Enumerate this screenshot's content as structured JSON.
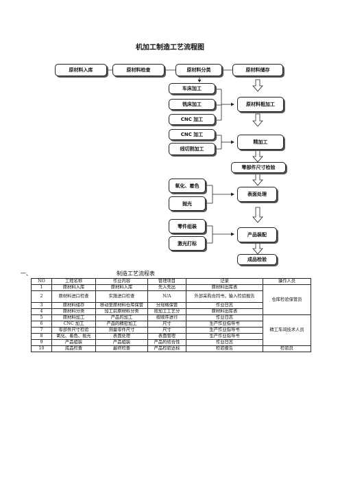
{
  "title": "机加工制造工艺流程图",
  "flow": {
    "top_row": [
      "原材料入库",
      "原材料检查",
      "原材料分类",
      "原材料储存"
    ],
    "machines_a": [
      "车床加工",
      "铣床加工",
      "CNC 加工"
    ],
    "rough": "原材料粗加工",
    "machines_b": [
      "CNC 加工",
      "线切割加工"
    ],
    "finish": "精加工",
    "inspect": "零部件尺寸检验",
    "surface_inputs": [
      "氧化、着色",
      "抛光"
    ],
    "surface": "表面处理",
    "assembly_inputs": [
      "零件组装",
      "激光打标"
    ],
    "assembly": "产品装配",
    "final": "成品检验"
  },
  "table": {
    "section_mark": "一、",
    "caption": "制造工艺流程表",
    "headers": [
      "NO",
      "工程名称",
      "作业内容",
      "管理项目",
      "记录",
      "操作人员"
    ],
    "rows": [
      [
        "1",
        "原材料入库",
        "原材料入库",
        "先入先出",
        "原材料出库表"
      ],
      [
        "2",
        "原材料进口检查",
        "实施进口检查",
        "N/A",
        "外部采购合同书，输入检验报告"
      ],
      [
        "3",
        "原材料储存",
        "移动至原材料仓库保管",
        "分规格保管",
        "作业日志"
      ],
      [
        "4",
        "原材料分类",
        "加工前原材料分类",
        "按加工工艺分",
        "原材料出库表"
      ],
      [
        "5",
        "原材料加工",
        "产品的加工",
        "按顺序进行",
        "作业日志"
      ],
      [
        "6",
        "CNC 加工",
        "产品的精密加工",
        "尺寸",
        "生产作业指导书"
      ],
      [
        "7",
        "零部件尺寸检验",
        "测量零件尺寸",
        "尺寸",
        "生产作业指导书"
      ],
      [
        "8",
        "氧化、着色、抛光",
        "表面处理",
        "表面管理",
        "生产作业指导书"
      ],
      [
        "9",
        "产品组装",
        "产品组装",
        "产品的结合性",
        "作业日志"
      ],
      [
        "10",
        "成品检查",
        "最终检查",
        "产品检验达标",
        "检验报告"
      ]
    ],
    "operators": [
      "仓库检验保管员",
      "精工车间技术人员",
      "检验员"
    ]
  }
}
